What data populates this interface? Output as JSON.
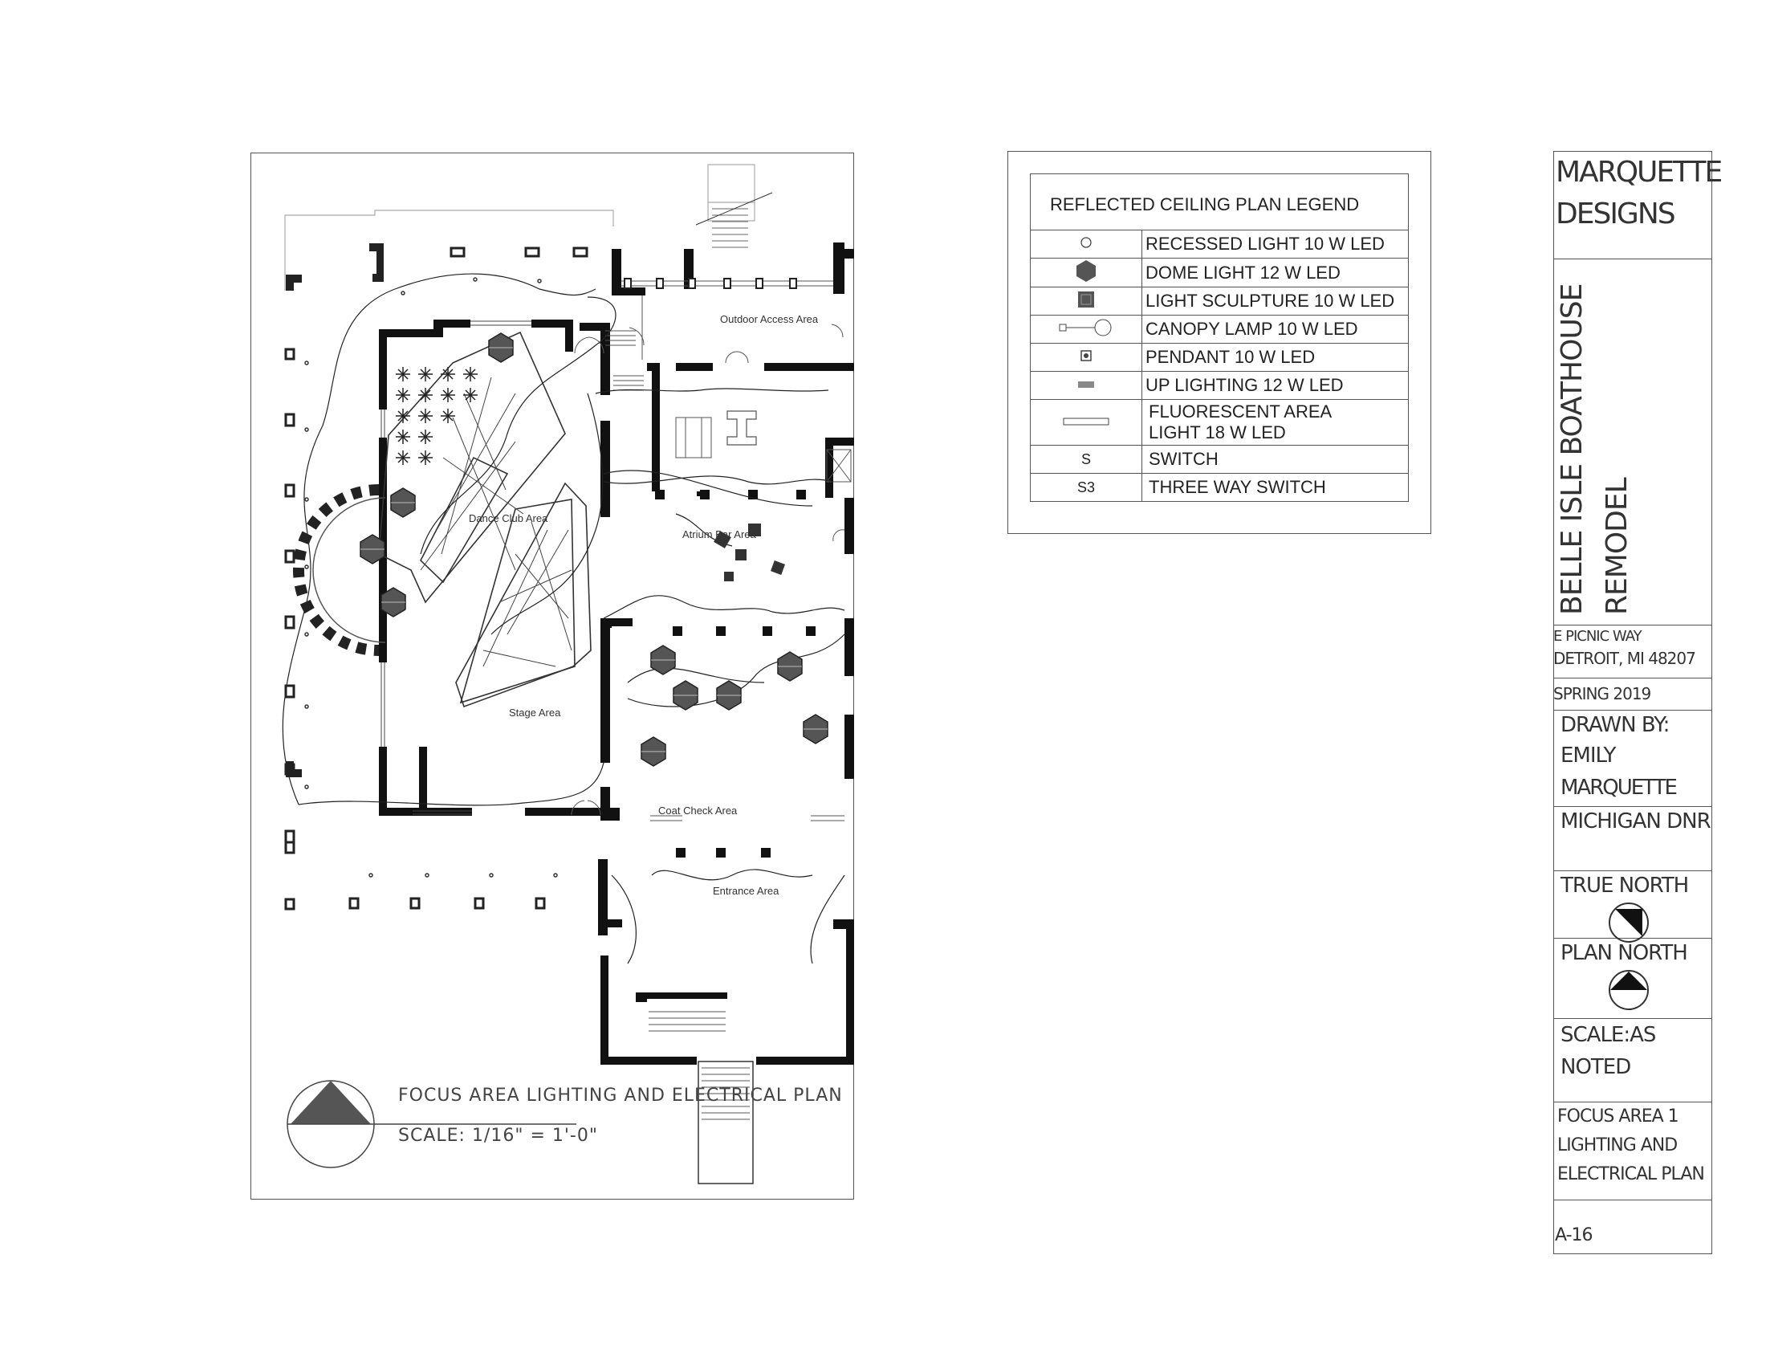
{
  "plan": {
    "rooms": {
      "outdoor_access": "Outdoor Access Area",
      "dance_club": "Dance Club Area",
      "atrium_bar": "Atrium Bar Area",
      "stage": "Stage Area",
      "coat_check": "Coat Check Area",
      "entrance": "Entrance Area"
    },
    "title": "FOCUS AREA  LIGHTING AND ELECTRICAL PLAN",
    "scale": "SCALE: 1/16\" = 1'-0\""
  },
  "legend": {
    "title": "REFLECTED CEILING PLAN  LEGEND",
    "rows": [
      {
        "symbol": "recessed-light",
        "label": "RECESSED LIGHT 10 W LED"
      },
      {
        "symbol": "dome-light",
        "label": "DOME LIGHT 12 W LED"
      },
      {
        "symbol": "light-sculpture",
        "label": "LIGHT SCULPTURE 10 W LED"
      },
      {
        "symbol": "canopy-lamp",
        "label": "CANOPY LAMP 10 W LED"
      },
      {
        "symbol": "pendant",
        "label": "PENDANT 10 W LED"
      },
      {
        "symbol": "up-lighting",
        "label": "UP LIGHTING 12 W LED"
      },
      {
        "symbol": "fluorescent",
        "label": "FLUORESCENT AREA\nLIGHT 18 W LED"
      },
      {
        "symbol": "S",
        "label": "SWITCH"
      },
      {
        "symbol": "S3",
        "label": "THREE WAY SWITCH"
      }
    ]
  },
  "title_block": {
    "firm_line1": "MARQUETTE",
    "firm_line2": "DESIGNS",
    "project_line1": "BELLE ISLE BOATHOUSE",
    "project_line2": "REMODEL",
    "address_line1": "E PICNIC WAY",
    "address_line2": "DETROIT, MI 48207",
    "date": "SPRING 2019",
    "drawn_by_label": "DRAWN BY:",
    "drawn_by_first": "EMILY",
    "drawn_by_last": "MARQUETTE",
    "client": "MICHIGAN DNR",
    "true_north": "TRUE NORTH",
    "plan_north": "PLAN NORTH",
    "scale_line1": "SCALE:AS",
    "scale_line2": "NOTED",
    "sheet_title_1": "FOCUS AREA 1",
    "sheet_title_2": "LIGHTING AND",
    "sheet_title_3": "ELECTRICAL PLAN",
    "sheet_number": "A-16"
  }
}
